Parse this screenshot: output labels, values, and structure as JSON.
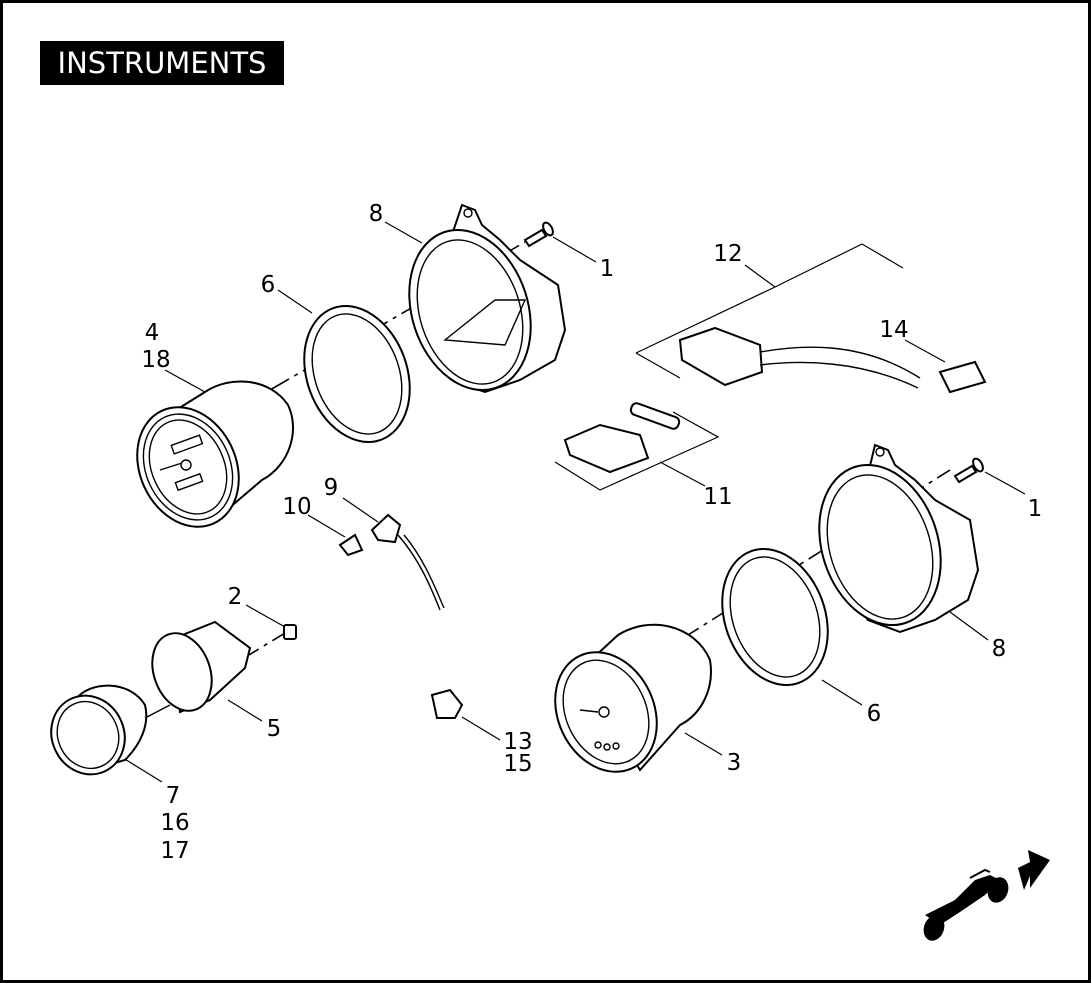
{
  "title": "INSTRUMENTS",
  "callouts": {
    "c8a": "8",
    "c1a": "1",
    "c12": "12",
    "c6a": "6",
    "c4": "4",
    "c18": "18",
    "c14": "14",
    "c11": "11",
    "c9": "9",
    "c10": "10",
    "c1b": "1",
    "c2": "2",
    "c5": "5",
    "c8b": "8",
    "c6b": "6",
    "c13": "13",
    "c15": "15",
    "c3": "3",
    "c7": "7",
    "c16": "16",
    "c17": "17"
  },
  "icons": {
    "orientation": "motorcycle-direction-icon"
  }
}
